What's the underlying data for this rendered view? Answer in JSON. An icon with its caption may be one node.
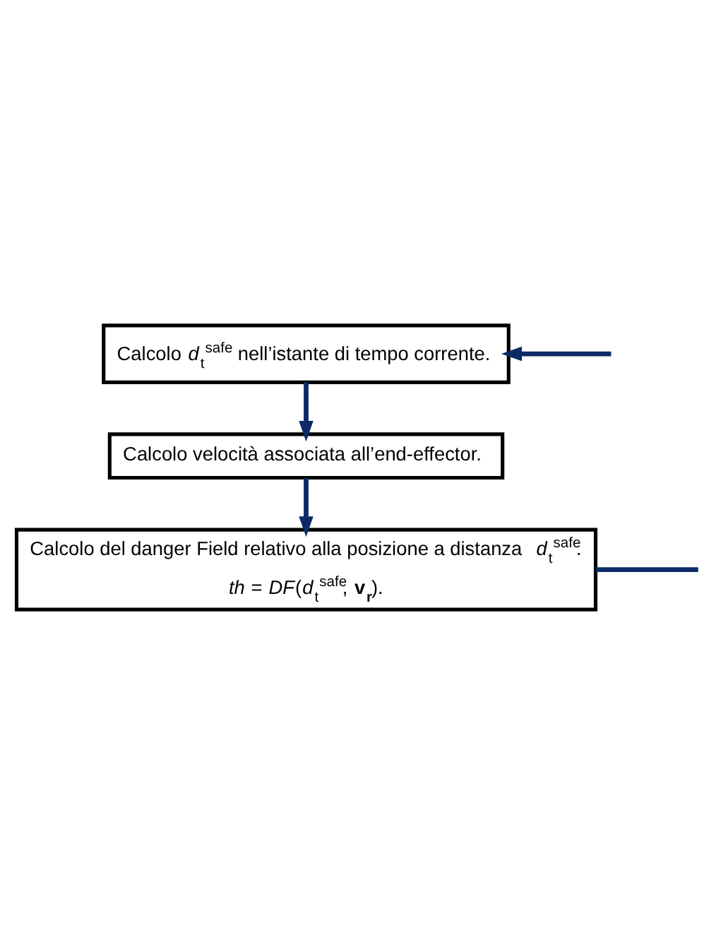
{
  "diagram": {
    "nodes": [
      {
        "text": [
          "Calcolo *d*$_{t}$$^{safe}$ nell’istante di tempo corrente."
        ]
      },
      {
        "text": [
          "Calcolo velocità associata all’end-effector."
        ]
      },
      {
        "text": [
          "Calcolo del danger Field relativo alla posizione a distanza *d*$_{t}$$^{safe}$.",
          "*th* = *DF*(*d*$_{t}$$^{safe}$, **v$_{r}$**)."
        ]
      }
    ],
    "edges": [
      {
        "from": 0,
        "to": 1,
        "arrow": "to"
      },
      {
        "from": 1,
        "to": 2,
        "arrow": "to"
      },
      {
        "from": null,
        "to": 0,
        "arrow": "to"
      },
      {
        "from": 2,
        "to": null,
        "arrow": "none"
      }
    ]
  }
}
